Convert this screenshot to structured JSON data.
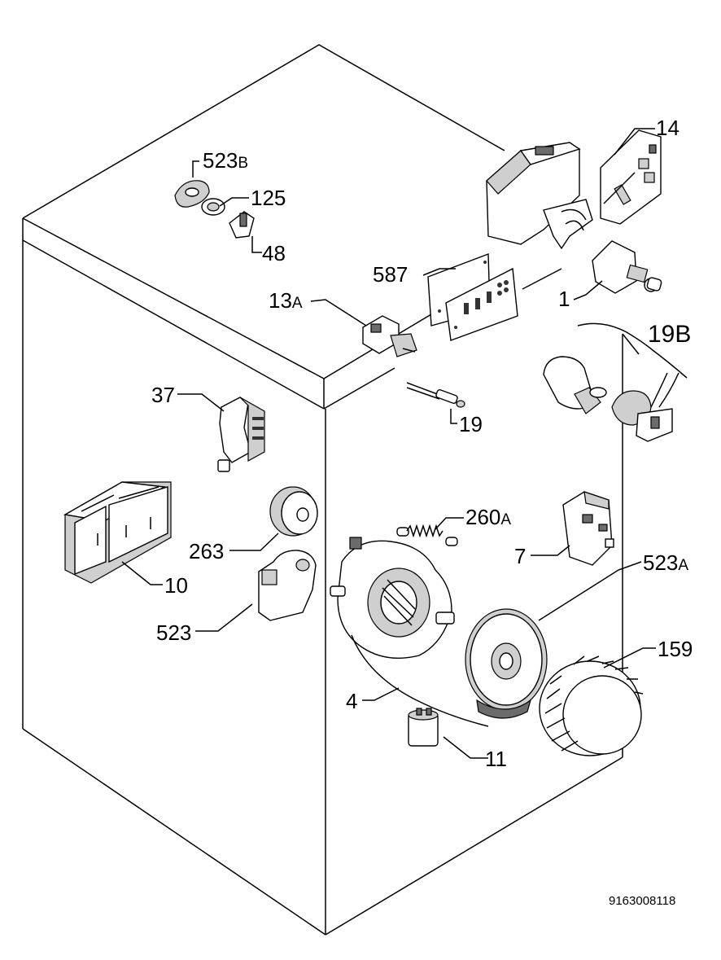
{
  "labels": {
    "p14": "14",
    "p523b_num": "523",
    "p523b_suffix": "B",
    "p125": "125",
    "p48": "48",
    "p587": "587",
    "p13a_num": "13",
    "p13a_suffix": "A",
    "p1": "1",
    "p19b": "19B",
    "p37": "37",
    "p19": "19",
    "p260a_num": "260",
    "p260a_suffix": "A",
    "p263": "263",
    "p7": "7",
    "p523a_num": "523",
    "p523a_suffix": "A",
    "p10": "10",
    "p523": "523",
    "p159": "159",
    "p4": "4",
    "p11": "11"
  },
  "doc_number": "9163008118"
}
